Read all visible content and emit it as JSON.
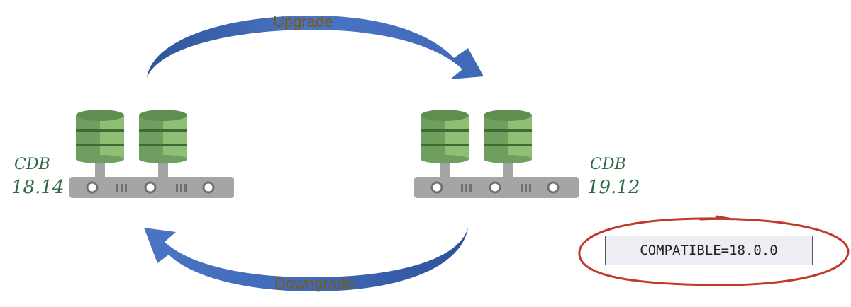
{
  "arrows": {
    "upgrade_label": "Upgrade",
    "downgrade_label": "Downgrade"
  },
  "left_cdb": {
    "title": "CDB",
    "version": "18.14"
  },
  "right_cdb": {
    "title": "CDB",
    "version": "19.12"
  },
  "parameter": {
    "text": "COMPATIBLE=18.0.0"
  },
  "colors": {
    "arrow_blue": "#3f69b7",
    "arrow_blue_dark": "#2b4f94",
    "db_green_light": "#8fbf74",
    "db_green_dark": "#5f8f50",
    "server_gray": "#a5a5a5",
    "label_brown": "#7a5b14",
    "label_green": "#2f6b47",
    "highlight_red": "#c0392b"
  },
  "icons": [
    "database-icon",
    "server-rack-icon",
    "curved-arrow-icon"
  ]
}
